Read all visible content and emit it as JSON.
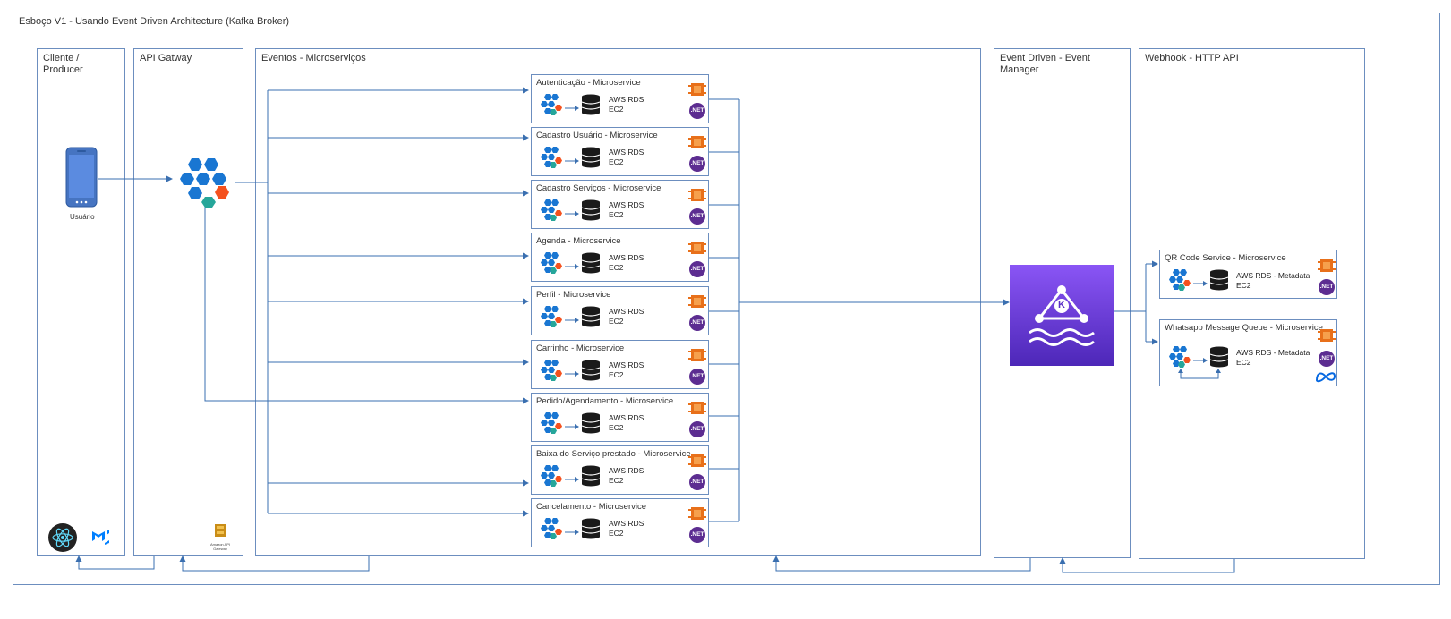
{
  "outer": {
    "title": "Esboço V1 - Usando Event Driven Architecture (Kafka Broker)"
  },
  "client": {
    "title": "Cliente / Producer",
    "user_label": "Usuário"
  },
  "gateway": {
    "title": "API Gatway",
    "logo_text": "Amazon API Gateway"
  },
  "events": {
    "title": "Eventos - Microserviços"
  },
  "event_manager": {
    "title": "Event Driven - Event Manager"
  },
  "webhook": {
    "title": "Webhook - HTTP API"
  },
  "microservices": [
    {
      "name": "Autenticação - Microservice",
      "db": "AWS RDS",
      "host": "EC2"
    },
    {
      "name": "Cadastro Usuário - Microservice",
      "db": "AWS RDS",
      "host": "EC2"
    },
    {
      "name": "Cadastro Serviços - Microservice",
      "db": "AWS RDS",
      "host": "EC2"
    },
    {
      "name": "Agenda - Microservice",
      "db": "AWS RDS",
      "host": "EC2"
    },
    {
      "name": "Perfil - Microservice",
      "db": "AWS RDS",
      "host": "EC2"
    },
    {
      "name": "Carrinho - Microservice",
      "db": "AWS RDS",
      "host": "EC2"
    },
    {
      "name": "Pedido/Agendamento - Microservice",
      "db": "AWS RDS",
      "host": "EC2"
    },
    {
      "name": "Baixa do Serviço prestado - Microservice",
      "db": "AWS RDS",
      "host": "EC2"
    },
    {
      "name": "Cancelamento - Microservice",
      "db": "AWS RDS",
      "host": "EC2"
    }
  ],
  "webhook_services": [
    {
      "name": "QR Code Service - Microservice",
      "db": "AWS RDS - Metadata",
      "host": "EC2"
    },
    {
      "name": "Whatsapp Message Queue - Microservice",
      "db": "AWS RDS - Metadata",
      "host": "EC2"
    }
  ],
  "dotnet_label": ".NET",
  "kafka_letter": "K",
  "colors": {
    "border": "#6c8ebf",
    "arrow": "#3a6fb0",
    "kafka": "#6e3fd6",
    "aws": "#e8701a",
    "dotnet": "#5c2d91"
  }
}
